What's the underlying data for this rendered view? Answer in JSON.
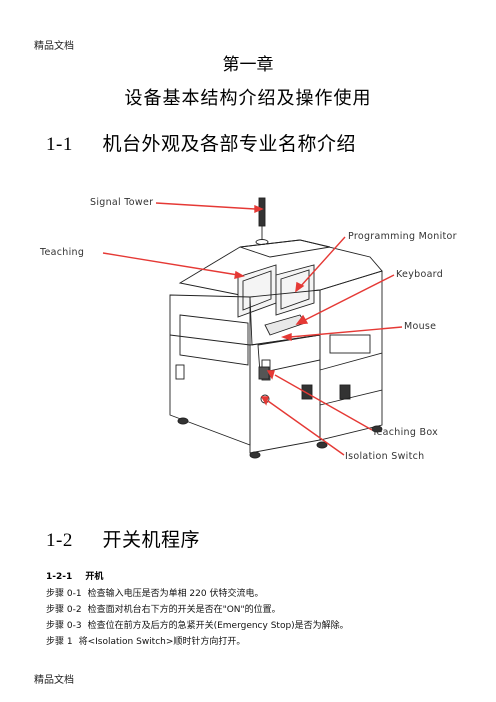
{
  "watermark": {
    "top": "精品文档",
    "bottom": "精品文档"
  },
  "chapter": "第一章",
  "subtitle": "设备基本结构介绍及操作使用",
  "section1": {
    "number": "1-1",
    "title": "机台外观及各部专业名称介绍"
  },
  "figure": {
    "callouts": {
      "signal_tower": "Signal Tower",
      "teaching": "Teaching",
      "programming_monitor": "Programming Monitor",
      "keyboard": "Keyboard",
      "mouse": "Mouse",
      "teaching_box": "Teaching Box",
      "isolation_switch": "Isolation Switch"
    },
    "callout_color": "#e53935"
  },
  "section2": {
    "number": "1-2",
    "title": "开关机程序"
  },
  "subsection": {
    "number": "1-2-1",
    "title": "开机"
  },
  "steps": [
    {
      "label": "步骤 0-1",
      "text": "检查输入电压是否为单相 220 伏特交流电。"
    },
    {
      "label": "步骤 0-2",
      "text": "检查面对机台右下方的开关是否在\"ON\"的位置。"
    },
    {
      "label": "步骤 0-3",
      "text": "检查位在前方及后方的急紧开关(Emergency Stop)是否为解除。"
    },
    {
      "label": "步骤 1",
      "text": "将<Isolation Switch>顺时针方向打开。"
    }
  ]
}
